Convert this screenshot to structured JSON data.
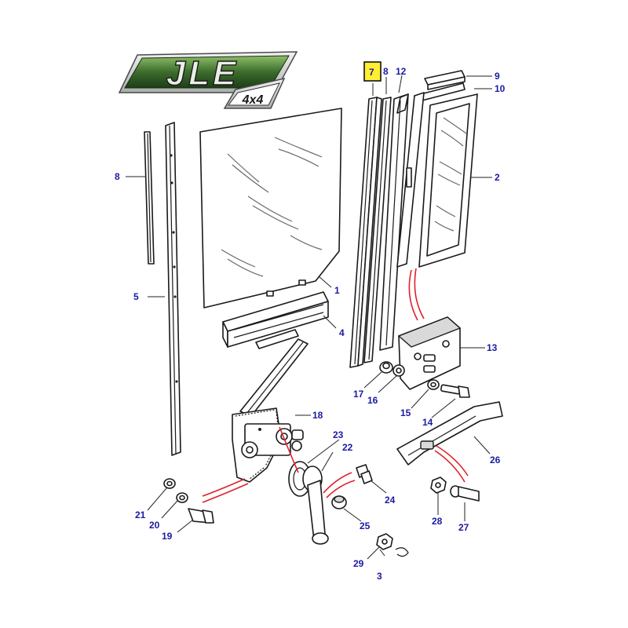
{
  "logo": {
    "main_text": "JLE",
    "sub_text": "4x4",
    "colors": {
      "green_dark": "#1f4a1c",
      "green_light": "#7aa85a",
      "silver": "#cfd3d0"
    }
  },
  "highlighted_part": "7",
  "colors": {
    "callout": "#1a1aa0",
    "highlight_bg": "#ffee33",
    "red_lines": "#e0202a"
  },
  "callouts": {
    "c1": "1",
    "c2": "2",
    "c3": "3",
    "c4": "4",
    "c5": "5",
    "c7": "7",
    "c8a": "8",
    "c8b": "8",
    "c9": "9",
    "c10": "10",
    "c12": "12",
    "c13": "13",
    "c14": "14",
    "c15": "15",
    "c16": "16",
    "c17": "17",
    "c18": "18",
    "c19": "19",
    "c20": "20",
    "c21": "21",
    "c22": "22",
    "c23": "23",
    "c24": "24",
    "c25": "25",
    "c26": "26",
    "c27": "27",
    "c28": "28",
    "c29": "29"
  }
}
